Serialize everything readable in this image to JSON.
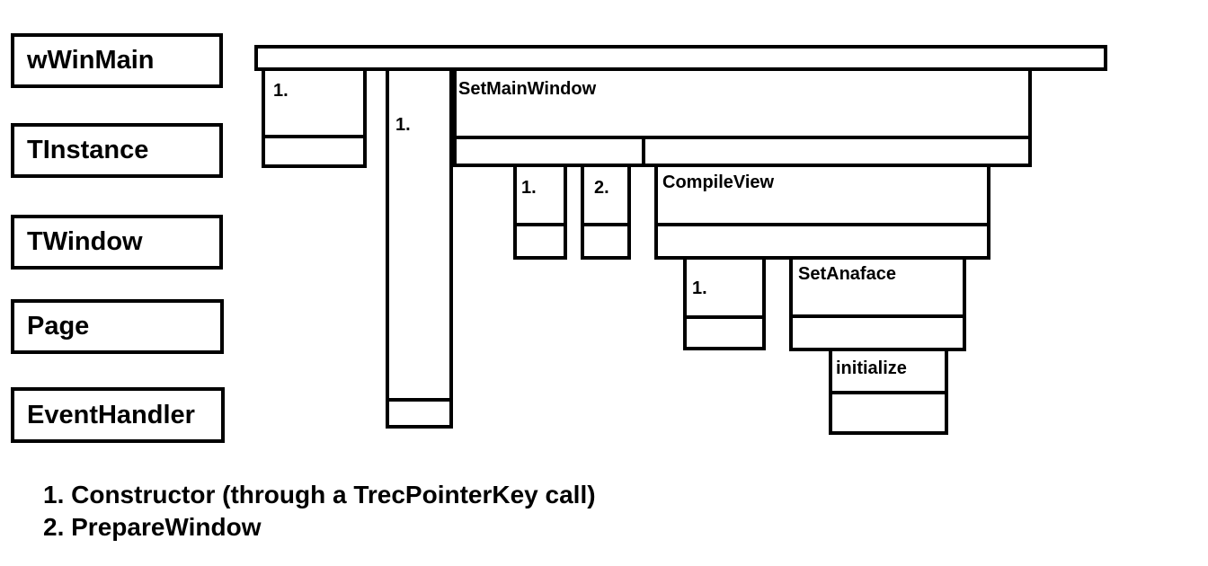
{
  "legend": {
    "wwinmain": "wWinMain",
    "tinstance": "TInstance",
    "twindow": "TWindow",
    "page": "Page",
    "eventhandler": "EventHandler"
  },
  "blocks": {
    "instance_num": "1.",
    "window_num": "1.",
    "setmainwindow": "SetMainWindow",
    "page_num_1": "1.",
    "page_num_2": "2.",
    "compileview": "CompileView",
    "handler_num": "1.",
    "setanaface": "SetAnaface",
    "initialize": "initialize"
  },
  "notes": [
    "1. Constructor (through a TrecPointerKey call)",
    "2. PrepareWindow"
  ]
}
